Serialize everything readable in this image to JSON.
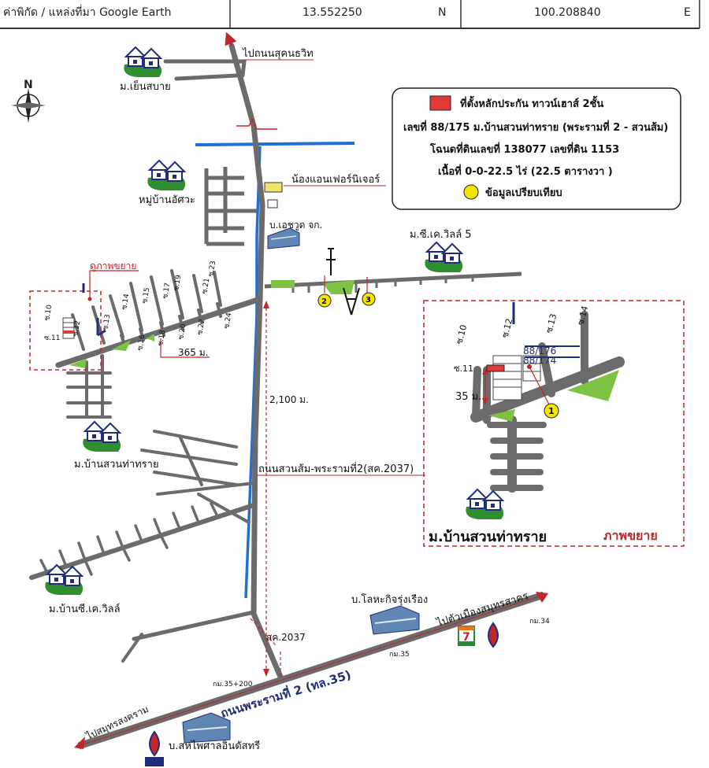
{
  "header": {
    "coord_label": "ค่าพิกัด / แหล่งที่มา Google Earth",
    "lat": "13.552250",
    "lat_dir": "N",
    "lon": "100.208840",
    "lon_dir": "E"
  },
  "legend": {
    "line1": "ที่ตั้งหลักประกัน ทาวน์เฮาส์ 2ชั้น",
    "line2": "เลขที่ 88/175 ม.บ้านสวนท่าทราย (พระรามที่ 2 - สวนส้ม)",
    "line3": "โฉนดที่ดินเลขที่ 138077 เลขที่ดิน 1153",
    "line4": "เนื้อที่ 0-0-22.5 ไร่ (22.5 ตารางวา )",
    "line5": "ข้อมูลเปรียบเทียบ"
  },
  "compass": {
    "north": "N"
  },
  "labels": {
    "to_sukhumvit": "ไปถนนสุคนธวิท",
    "yen_sabai": "ม.เย็นสบาย",
    "asawa": "หมู่บ้านอัศวะ",
    "nong_ann": "น้องแอนเฟอร์นิเจอร์",
    "h_watch": "บ.เอชวูด จก.",
    "cv5": "ม.ซี.เค.วิลล์ 5",
    "enlarge_point": "ดูภาพขยาย",
    "d365": "365 ม.",
    "d2100": "2,100 ม.",
    "suan_tha_sai": "ม.บ้านสวนท่าทราย",
    "road_suansom": "ถนนสวนส้ม-พระรามที่2(สค.2037)",
    "cv": "ม.บ้านซี.เค.วิลล์",
    "sk2037": "สค.2037",
    "lohakit": "บ.โลหะกิจรุ่งเรือง",
    "to_samutsakhon": "ไปตัวเมืองสมุทรสาคร",
    "km34": "กม.34",
    "km35": "กม.35",
    "km35_200": "กม.35+200",
    "rama2": "ถนนพระรามที่ 2 (ทล.35)",
    "to_samutsongkhram": "ไปสมุทรสงคราม",
    "sahaphat": "บ.สหไพศาลอินดัสทรี",
    "seven": "7"
  },
  "sois": [
    "ซ.10",
    "ซ.11",
    "ซ.12",
    "ซ.13",
    "ซ.14",
    "ซ.15",
    "ซ.16",
    "ซ.17",
    "ซ.18",
    "ซ.19",
    "ซ.20",
    "ซ.21",
    "ซ.22",
    "ซ.23",
    "ซ.24"
  ],
  "inset": {
    "title": "ม.บ้านสวนท่าทราย",
    "enlarged": "ภาพขยาย",
    "house1": "88/176",
    "house2": "88/174",
    "d35": "35 ม.",
    "soi10": "ซ.10",
    "soi11": "ซ.11",
    "soi12": "ซ.12",
    "soi13": "ซ.13",
    "soi14": "ซ.14"
  },
  "markers": {
    "m1": "1",
    "m2": "2",
    "m3": "3"
  },
  "colors": {
    "road": "#6b6b6b",
    "canal": "#1e6fd6",
    "red": "#c0262a",
    "green": "#7dc242",
    "legend_red": "#e23a3a",
    "marker_yellow": "#f4e500",
    "label_blue": "#1f2d7a"
  }
}
